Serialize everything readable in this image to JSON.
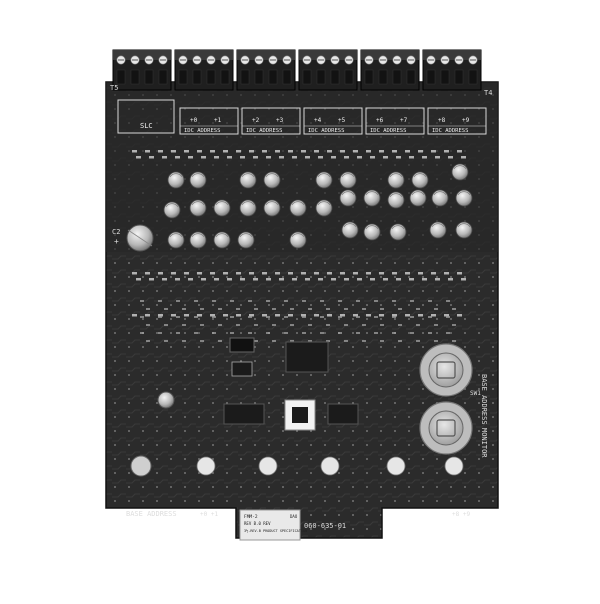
{
  "board": {
    "terminal_labels": {
      "left": "T5",
      "right": "T4"
    },
    "slc_label": "SLC",
    "idc_address_labels": [
      "IDC ADDRESS",
      "IDC ADDRESS",
      "IDC ADDRESS",
      "IDC ADDRESS",
      "IDC ADDRESS"
    ],
    "idc_numbers": [
      [
        "+0",
        "+1"
      ],
      [
        "+2",
        "+3"
      ],
      [
        "+4",
        "+5"
      ],
      [
        "+6",
        "+7"
      ],
      [
        "+8",
        "+9"
      ]
    ],
    "capacitor_label": "C2",
    "rotary_switch_label": "SW1",
    "base_address_side": "BASE ADDRESS",
    "monitor_side": "MONITOR",
    "base_address_bottom": "BASE ADDRESS",
    "bottom_numbers": {
      "left": "+0  +1",
      "right": "+8  +9"
    },
    "part_number": "060-635-01",
    "sticker_lines": [
      "FMM-2",
      "REV B.0   REV",
      "3½-REV-B   PRODUCT SPECIFICATION",
      "DAO"
    ]
  },
  "colors": {
    "pcb": "#2b2b2b",
    "pcb_dark": "#1c1c1c",
    "silkscreen": "#d8d8d8",
    "terminal_block": "#1e1e1e",
    "rotary_switch": "#bdbdbd"
  }
}
